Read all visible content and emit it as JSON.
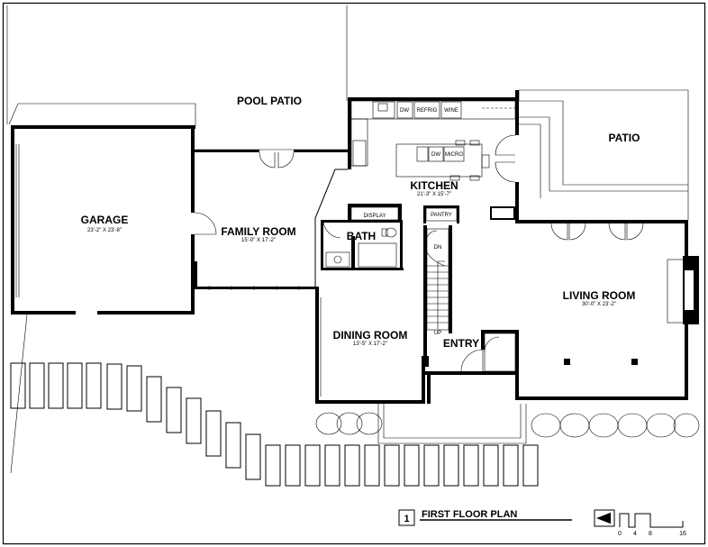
{
  "rooms": {
    "pool_patio": {
      "name": "POOL PATIO"
    },
    "patio": {
      "name": "PATIO"
    },
    "garage": {
      "name": "GARAGE",
      "dims": "23'-2\" X 23'-8\""
    },
    "family_room": {
      "name": "FAMILY ROOM",
      "dims": "15'-0\" X 17'-2\""
    },
    "kitchen": {
      "name": "KITCHEN",
      "dims": "21'-3\" X 15'-7\""
    },
    "bath": {
      "name": "BATH"
    },
    "dining_room": {
      "name": "DINING ROOM",
      "dims": "13'-5\" X 17'-2\""
    },
    "entry": {
      "name": "ENTRY"
    },
    "living_room": {
      "name": "LIVING ROOM",
      "dims": "30'-0\" X 23'-2\""
    }
  },
  "fixtures": {
    "dw": "DW",
    "refrig": "REFRIG",
    "wine": "WINE",
    "island_dw": "DW",
    "micro": "MICRO",
    "display": "DISPLAY",
    "pantry": "PANTRY",
    "stair_dn": "DN",
    "stair_up": "UP"
  },
  "title_block": {
    "number": "1",
    "title": "FIRST FLOOR PLAN"
  },
  "scale_bar": {
    "labels": [
      "0",
      "4",
      "8",
      "16"
    ]
  }
}
